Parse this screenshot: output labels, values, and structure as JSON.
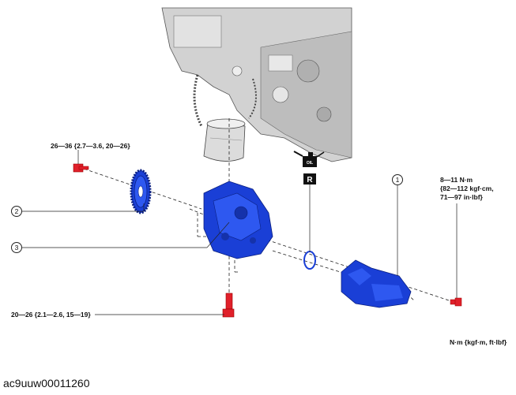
{
  "labels": {
    "torque_top_left": "26—36 {2.7—3.6, 20—26}",
    "torque_bottom_left": "20—26 {2.1—2.6, 15—19}",
    "torque_right_line1": "8—11 N·m",
    "torque_right_line2": "{82—112 kgf·cm,",
    "torque_right_line3": "71—97 in·lbf}",
    "units_note": "N·m {kgf·m, ft·lbf}",
    "figure_id": "ac9uuw00011260"
  },
  "callouts": {
    "c1": "1",
    "c2": "2",
    "c3": "3"
  },
  "symbols": {
    "oil_can": "OIL",
    "replace": "R"
  },
  "colors": {
    "part_blue": "#1a3fd6",
    "bolt_red": "#e0202a",
    "engine_gray": "#c9c9c9"
  }
}
